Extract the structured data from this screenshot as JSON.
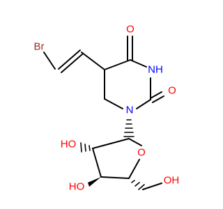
{
  "molecule": {
    "atoms": {
      "bromine": "Br",
      "carbonyl_o4": "O",
      "carbonyl_o2": "O",
      "nh": "NH",
      "n1": "N",
      "ring_o": "O",
      "hydroxyl_2": "HO",
      "hydroxyl_3": "HO",
      "hydroxyl_5": "OH"
    },
    "colors": {
      "bond": "#000000",
      "carbon": "#000000",
      "nitrogen": "#0000ff",
      "oxygen": "#ff0000",
      "bromine": "#a52a2a"
    }
  }
}
